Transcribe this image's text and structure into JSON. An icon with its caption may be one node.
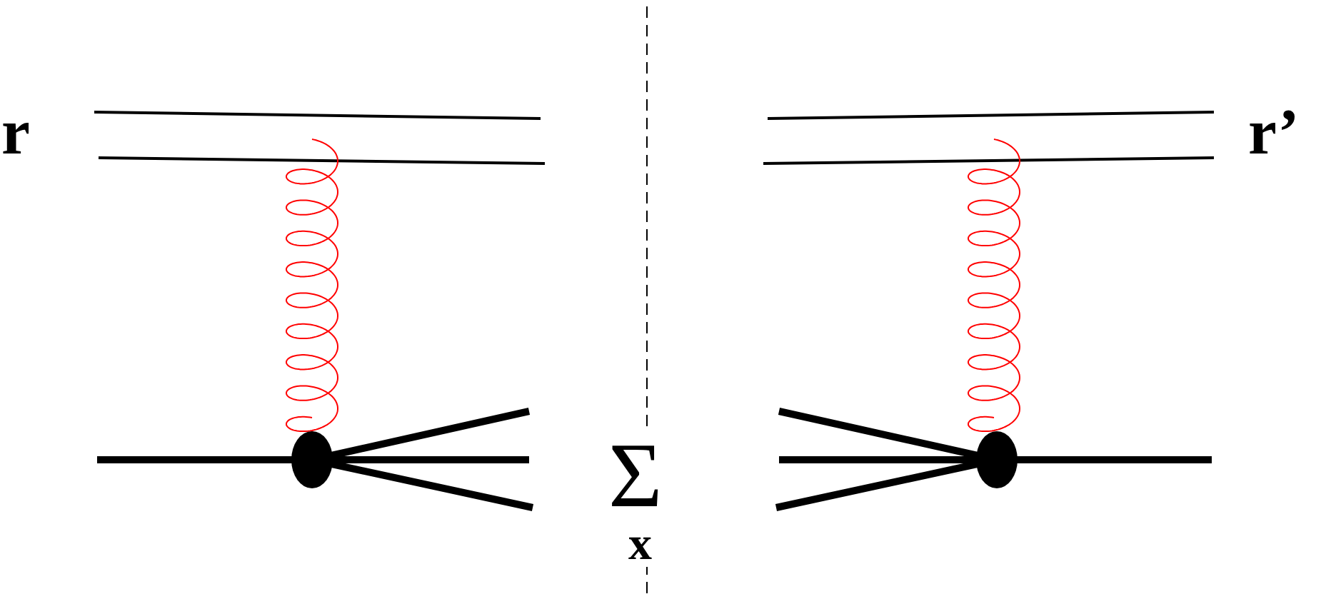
{
  "diagram": {
    "labels": [
      "r",
      "r’",
      "Σ",
      "x"
    ]
  }
}
